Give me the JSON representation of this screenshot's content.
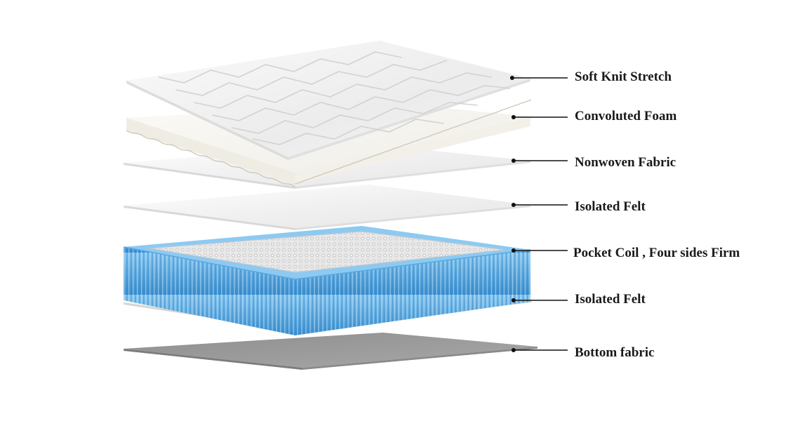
{
  "layers": [
    {
      "id": "soft-knit-stretch",
      "label": "Soft Knit Stretch"
    },
    {
      "id": "convoluted-foam",
      "label": "Convoluted Foam"
    },
    {
      "id": "nonwoven-fabric",
      "label": "Nonwoven Fabric"
    },
    {
      "id": "isolated-felt-top",
      "label": "Isolated Felt"
    },
    {
      "id": "pocket-coil",
      "label": "Pocket Coil , Four sides Firm"
    },
    {
      "id": "isolated-felt-bottom",
      "label": "Isolated Felt"
    },
    {
      "id": "bottom-fabric",
      "label": "Bottom fabric"
    }
  ],
  "colors": {
    "background": "#ffffff",
    "fabric_light": "#f3f3f3",
    "fabric_edge": "#d9d9d9",
    "foam": "#f6f4ee",
    "coil_blue": "#6fb8ea",
    "coil_blue_dark": "#3f93d1",
    "bottom_fabric": "#9a9a9a",
    "label_text": "#1a1a1a"
  }
}
